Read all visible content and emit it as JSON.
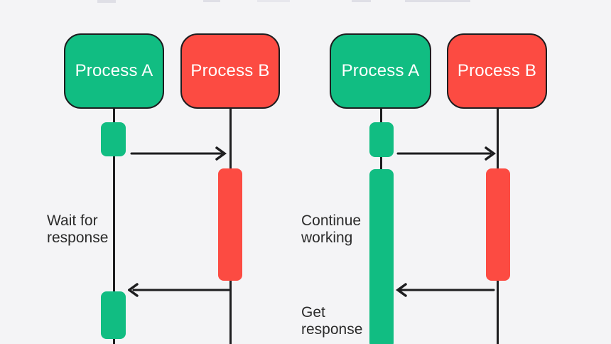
{
  "colors": {
    "bg": "#f4f4f6",
    "green": "#11bd82",
    "red": "#fc4b42",
    "line": "#1d1d1f",
    "text": "#2b2b2b",
    "box-text": "#ffffff"
  },
  "diagrams": {
    "left": {
      "actors": [
        {
          "label": "Process A",
          "color": "#11bd82"
        },
        {
          "label": "Process B",
          "color": "#fc4b42"
        }
      ],
      "annotations": [
        {
          "text": "Wait for response"
        }
      ]
    },
    "right": {
      "actors": [
        {
          "label": "Process A",
          "color": "#11bd82"
        },
        {
          "label": "Process B",
          "color": "#fc4b42"
        }
      ],
      "annotations": [
        {
          "text": "Continue working"
        },
        {
          "text": "Get response"
        }
      ]
    }
  }
}
